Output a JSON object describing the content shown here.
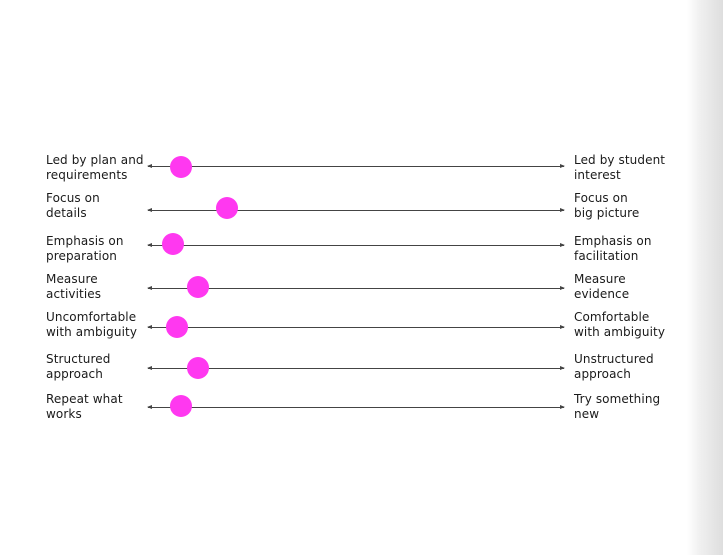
{
  "scales": [
    {
      "left_label": "Led by plan and\nrequirements",
      "right_label": "Led by student\ninterest",
      "position": 0.08,
      "marker_color": "#ff38f0"
    },
    {
      "left_label": "Focus on\ndetails",
      "right_label": "Focus on\nbig picture",
      "position": 0.19,
      "marker_color": "#ff38f0"
    },
    {
      "left_label": "Emphasis on\npreparation",
      "right_label": "Emphasis on\nfacilitation",
      "position": 0.06,
      "marker_color": "#ff38f0"
    },
    {
      "left_label": "Measure\nactivities",
      "right_label": "Measure\nevidence",
      "position": 0.12,
      "marker_color": "#ff38f0"
    },
    {
      "left_label": "Uncomfortable\nwith ambiguity",
      "right_label": "Comfortable\nwith ambiguity",
      "position": 0.07,
      "marker_color": "#ff38f0"
    },
    {
      "left_label": "Structured\napproach",
      "right_label": "Unstructured\napproach",
      "position": 0.12,
      "marker_color": "#ff38f0"
    },
    {
      "left_label": "Repeat what\nworks",
      "right_label": "Try something\nnew",
      "position": 0.08,
      "marker_color": "#ff38f0"
    }
  ]
}
